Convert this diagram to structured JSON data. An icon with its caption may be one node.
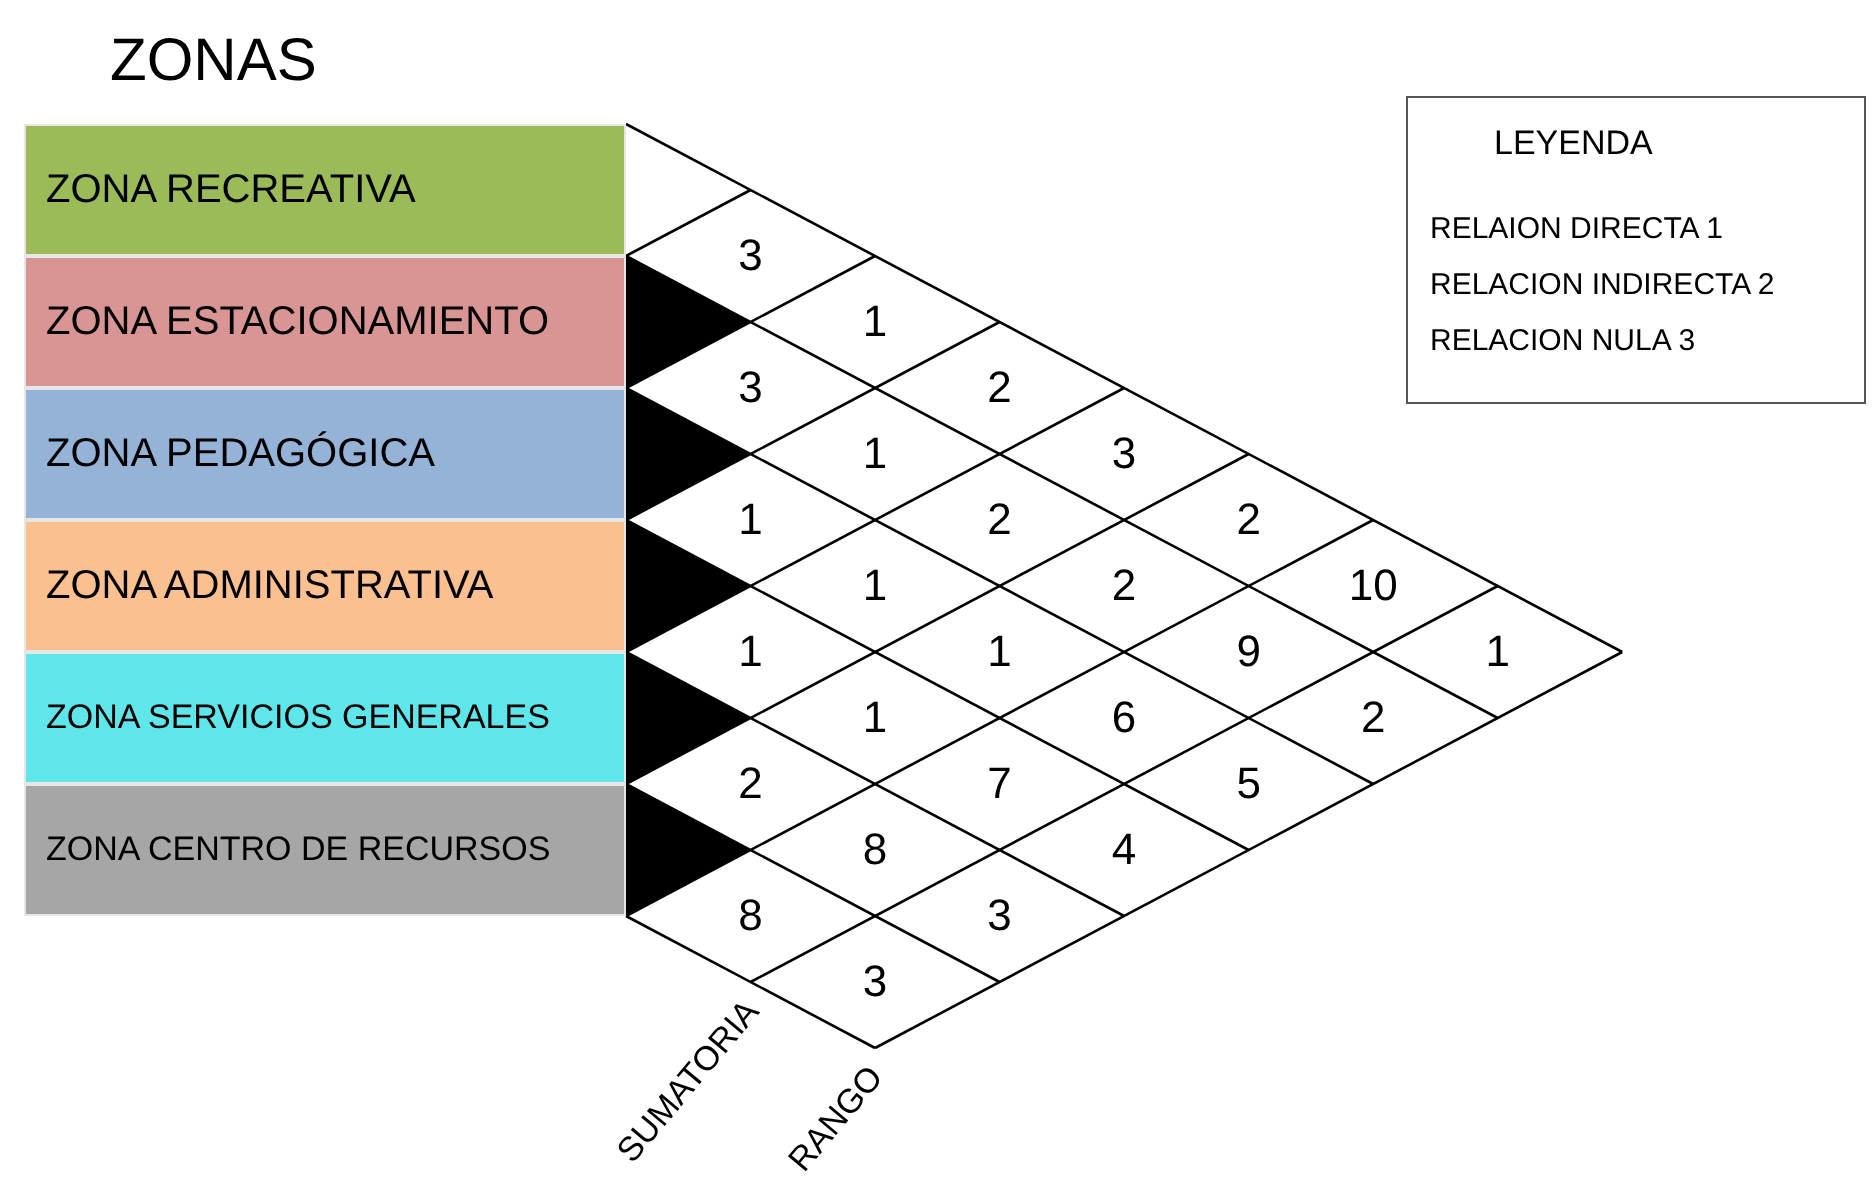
{
  "diagram": {
    "title": "ZONAS",
    "nodes": [
      {
        "text": [
          "ZONA RECREATIVA"
        ]
      },
      {
        "text": [
          "ZONA ESTACIONAMIENTO"
        ]
      },
      {
        "text": [
          "ZONA PEDAGÓGICA"
        ]
      },
      {
        "text": [
          "ZONA ADMINISTRATIVA"
        ]
      },
      {
        "text": [
          "ZONA SERVICIOS GENERALES"
        ]
      },
      {
        "text": [
          "ZONA CENTRO DE RECURSOS"
        ]
      },
      {
        "text": [
          "LEYENDA",
          "RELAION DIRECTA 1",
          "RELACION INDIRECTA 2",
          "RELACION NULA 3"
        ]
      }
    ],
    "edges": [],
    "labels": [
      "3",
      "1",
      "2",
      "3",
      "2",
      "10",
      "1",
      "3",
      "1",
      "2",
      "2",
      "9",
      "2",
      "1",
      "1",
      "1",
      "6",
      "5",
      "1",
      "1",
      "7",
      "4",
      "2",
      "8",
      "3",
      "8",
      "3",
      "SUMATORIA",
      "RANGO"
    ]
  }
}
